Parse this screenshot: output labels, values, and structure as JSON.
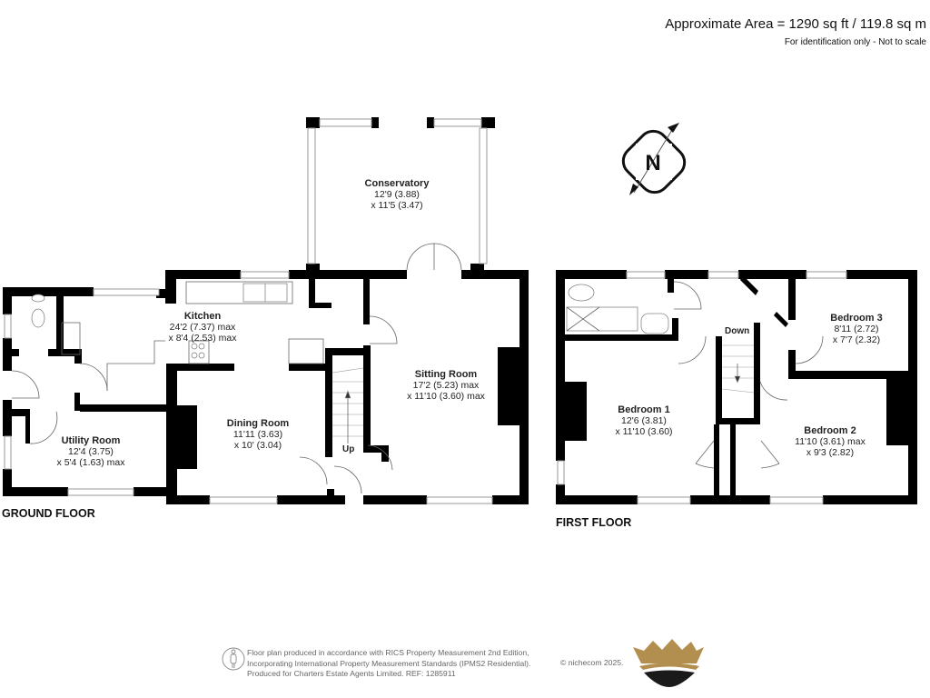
{
  "header": {
    "area_title": "Approximate Area = 1290 sq ft / 119.8 sq m",
    "disclaimer": "For identification only - Not to scale"
  },
  "compass": {
    "icon": "north-arrow-icon",
    "letter": "N"
  },
  "ground_floor": {
    "label": "GROUND FLOOR",
    "stairs_label": "Up",
    "rooms": [
      {
        "name": "Conservatory",
        "dim1": "12'9 (3.88)",
        "dim2": "x 11'5 (3.47)"
      },
      {
        "name": "Kitchen",
        "dim1": "24'2 (7.37) max",
        "dim2": "x 8'4 (2.53) max"
      },
      {
        "name": "Sitting Room",
        "dim1": "17'2 (5.23) max",
        "dim2": "x 11'10 (3.60) max"
      },
      {
        "name": "Dining Room",
        "dim1": "11'11 (3.63)",
        "dim2": "x 10' (3.04)"
      },
      {
        "name": "Utility Room",
        "dim1": "12'4 (3.75)",
        "dim2": "x 5'4 (1.63) max"
      }
    ]
  },
  "first_floor": {
    "label": "FIRST FLOOR",
    "stairs_label": "Down",
    "rooms": [
      {
        "name": "Bedroom 1",
        "dim1": "12'6 (3.81)",
        "dim2": "x 11'10 (3.60)"
      },
      {
        "name": "Bedroom 2",
        "dim1": "11'10 (3.61) max",
        "dim2": "x 9'3 (2.82)"
      },
      {
        "name": "Bedroom 3",
        "dim1": "8'11 (2.72)",
        "dim2": "x 7'7 (2.32)"
      }
    ]
  },
  "footer": {
    "line1": "Floor plan produced in accordance with RICS Property Measurement 2nd Edition,",
    "line2": "Incorporating International Property Measurement Standards (IPMS2 Residential).",
    "line3": "Produced for Charters Estate Agents Limited.   REF: 1285911",
    "copyright": "© nichecom 2025.",
    "logo": "crown-logo-icon",
    "colors": {
      "crown_gold": "#b38f4f",
      "crown_base": "#1a1a1a",
      "wall": "#000000"
    }
  }
}
